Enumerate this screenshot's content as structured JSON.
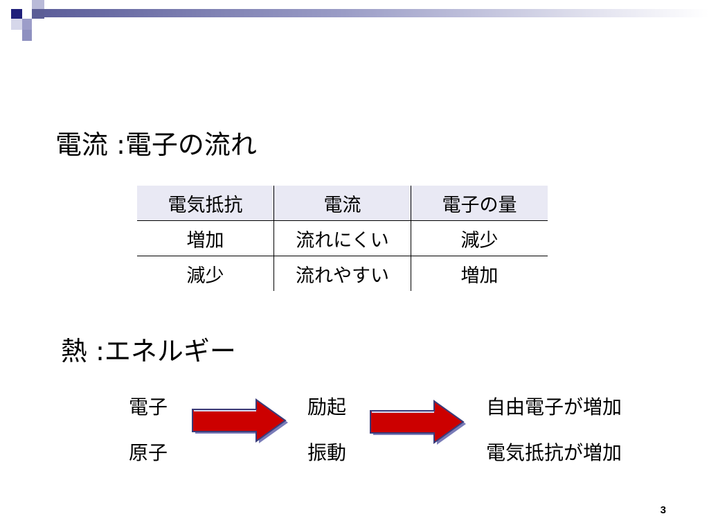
{
  "slide": {
    "heading1": "電流 :電子の流れ",
    "heading2": "熱 :エネルギー",
    "page_number": "3"
  },
  "table": {
    "headers": [
      "電気抵抗",
      "電流",
      "電子の量"
    ],
    "rows": [
      [
        "増加",
        "流れにくい",
        "減少"
      ],
      [
        "減少",
        "流れやすい",
        "増加"
      ]
    ]
  },
  "flow": {
    "col1": [
      "電子",
      "原子"
    ],
    "col2": [
      "励起",
      "振動"
    ],
    "col3": [
      "自由電子が増加",
      "電気抵抗が増加"
    ]
  },
  "colors": {
    "arrow_fill": "#cc0000",
    "arrow_shadow": "#7a7cb8",
    "header_band": "#5c5e9a",
    "table_header_bg": "#e9e9f4"
  }
}
